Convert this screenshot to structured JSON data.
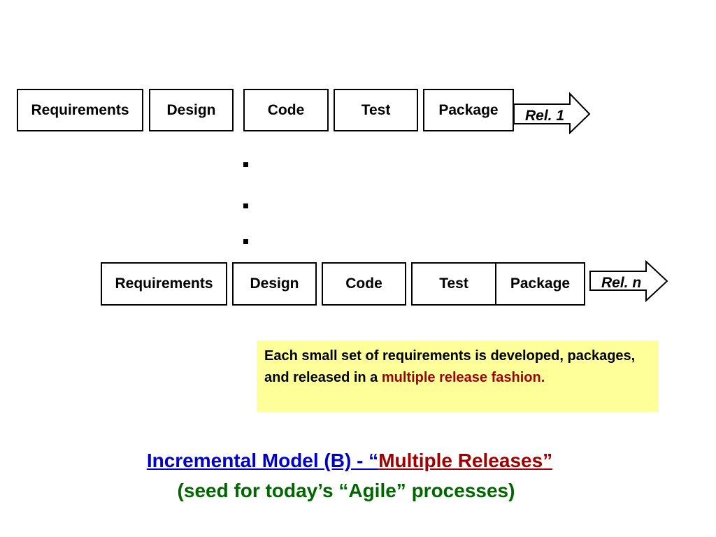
{
  "row1": {
    "stages": [
      "Requirements",
      "Design",
      "Code",
      "Test",
      "Package"
    ],
    "release": "Rel. 1"
  },
  "row2": {
    "stages": [
      "Requirements",
      "Design",
      "Code",
      "Test",
      "Package"
    ],
    "release": "Rel. n"
  },
  "note": {
    "text": "Each small set of requirements is developed, packages, and released in a ",
    "highlight": "multiple release fashion."
  },
  "title": {
    "part1": "Incremental Model (B) -  “",
    "part2": "Multiple Releases",
    "part3": "”"
  },
  "subtitle": "(seed for today’s “Agile” processes)",
  "colors": {
    "title_blue": "#0000cc",
    "accent_red": "#a00000",
    "subtitle_green": "#006600",
    "note_background": "#ffff99"
  }
}
